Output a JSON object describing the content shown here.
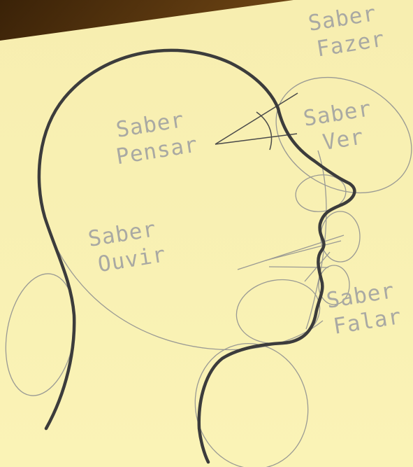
{
  "colors": {
    "paper": "#f9f1b1",
    "wood_light": "#8a5a1c",
    "wood_dark": "#3a2208",
    "ink_dark": "#3c3c3c",
    "ink_light": "#9a9a94",
    "label_gray": "#a9a9a3"
  },
  "labels": {
    "saber_fazer": {
      "line1": "Saber",
      "line2": "Fazer"
    },
    "saber_ver": {
      "line1": "Saber",
      "line2": "Ver"
    },
    "saber_pensar": {
      "line1": "Saber",
      "line2": "Pensar"
    },
    "saber_ouvir": {
      "line1": "Saber",
      "line2": "Ouvir"
    },
    "saber_falar": {
      "line1": "Saber",
      "line2": "Falar"
    }
  }
}
